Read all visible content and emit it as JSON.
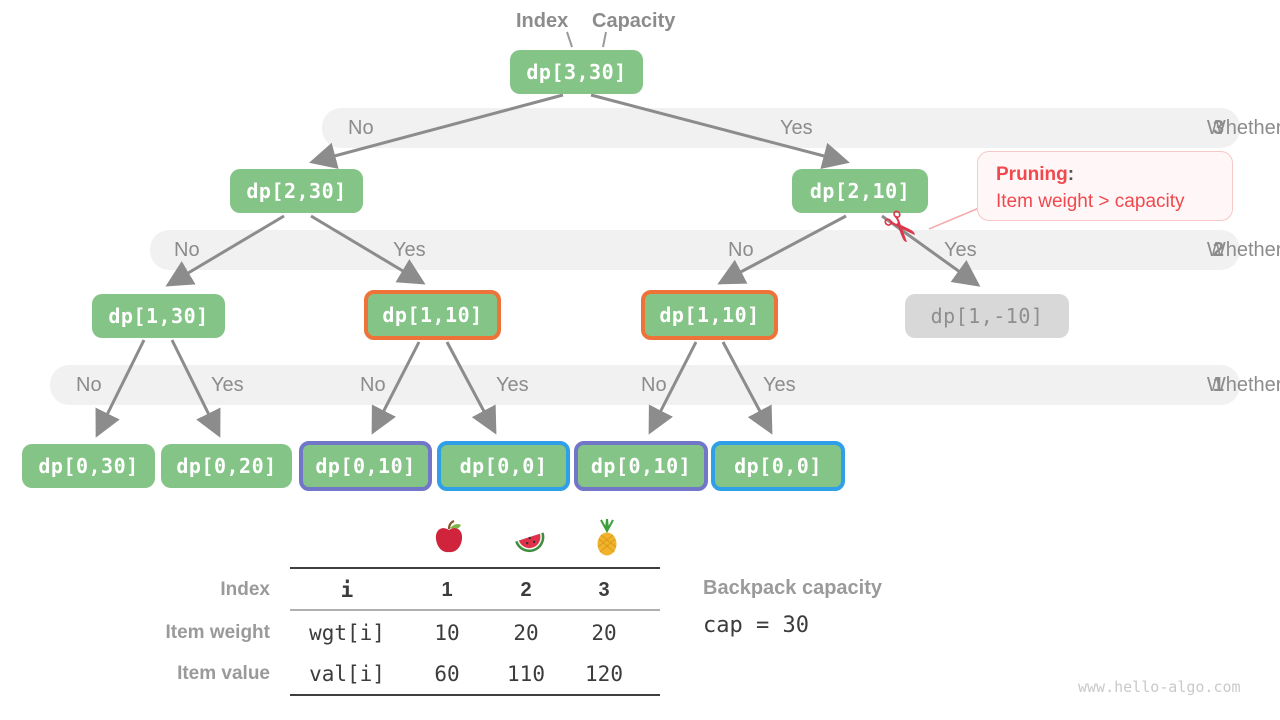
{
  "pointers": {
    "index": "Index",
    "capacity": "Capacity"
  },
  "nodes": [
    {
      "label": "dp[3,30]"
    },
    {
      "label": "dp[2,30]"
    },
    {
      "label": "dp[2,10]"
    },
    {
      "label": "dp[1,30]"
    },
    {
      "label": "dp[1,10]"
    },
    {
      "label": "dp[1,10]"
    },
    {
      "label": "dp[1,-10]"
    },
    {
      "label": "dp[0,30]"
    },
    {
      "label": "dp[0,20]"
    },
    {
      "label": "dp[0,10]"
    },
    {
      "label": "dp[0,0]"
    },
    {
      "label": "dp[0,10]"
    },
    {
      "label": "dp[0,0]"
    }
  ],
  "bands": [
    {
      "labels": [
        "No",
        "Yes"
      ],
      "question": "Whether to put item",
      "item": "3"
    },
    {
      "labels": [
        "No",
        "Yes",
        "No",
        "Yes"
      ],
      "question": "Whether to put item",
      "item": "2"
    },
    {
      "labels": [
        "No",
        "Yes",
        "No",
        "Yes",
        "No",
        "Yes"
      ],
      "question": "Whether to put item",
      "item": "1"
    }
  ],
  "pruning": {
    "title": "Pruning",
    "colon": ":",
    "text": "Item weight > capacity",
    "scissors": "✂"
  },
  "table": {
    "columns": [
      "apple",
      "watermelon",
      "pineapple"
    ],
    "rows": [
      {
        "label": "Index",
        "key": "i",
        "values": [
          "1",
          "2",
          "3"
        ]
      },
      {
        "label": "Item weight",
        "key": "wgt[i]",
        "values": [
          "10",
          "20",
          "20"
        ]
      },
      {
        "label": "Item value",
        "key": "val[i]",
        "values": [
          "60",
          "110",
          "120"
        ]
      }
    ]
  },
  "capacity": {
    "label": "Backpack capacity",
    "value": "cap = 30"
  },
  "watermark": "www.hello-algo.com",
  "colors": {
    "node_green": "#85c487",
    "highlight_orange": "#ee7338",
    "highlight_purple": "#7176c9",
    "highlight_blue": "#2f9fe8",
    "pruned_gray": "#d8d8d8",
    "pruning_red": "#f0484e",
    "band_gray": "#f1f1f1",
    "arrow_gray": "#8c8c8c"
  }
}
